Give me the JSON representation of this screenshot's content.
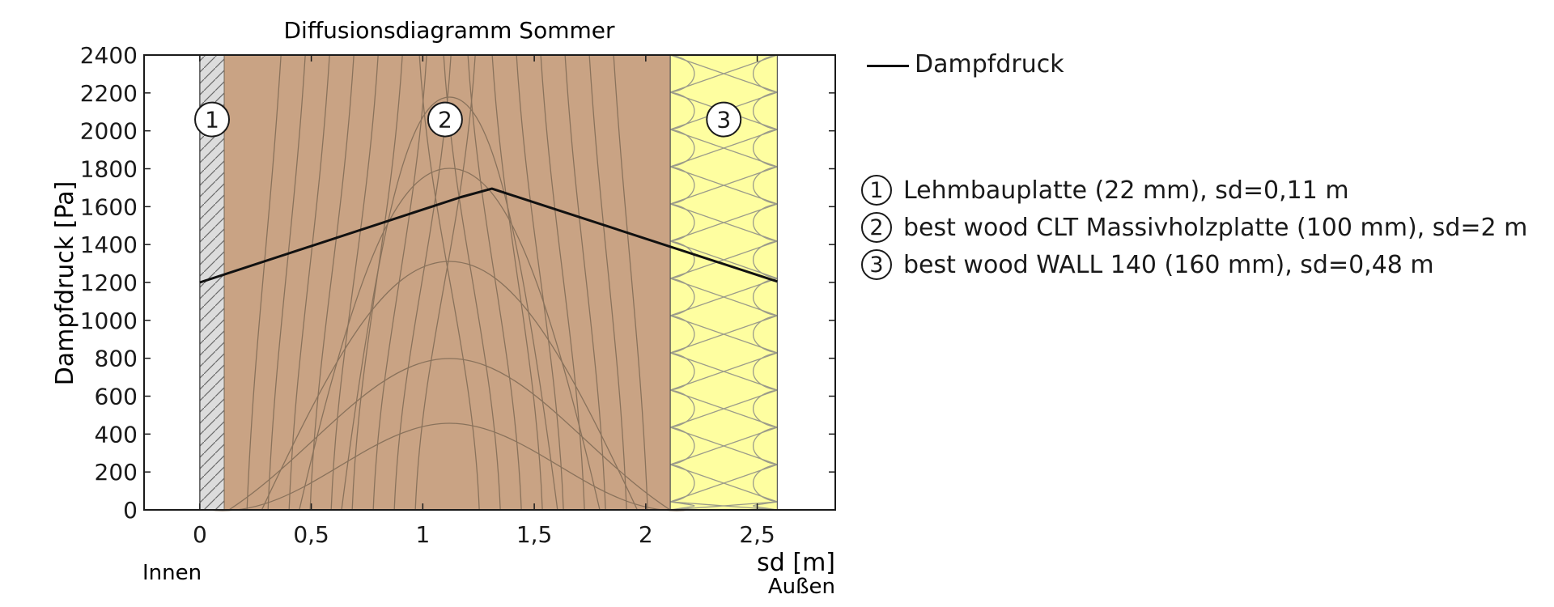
{
  "chart_data": {
    "type": "line",
    "title": "Diffusionsdiagramm Sommer",
    "xlabel": "sd [m]",
    "ylabel": "Dampfdruck [Pa]",
    "xlim": [
      -0.25,
      2.85
    ],
    "ylim": [
      0,
      2400
    ],
    "x_ticks": [
      0,
      0.5,
      1,
      1.5,
      2,
      2.5
    ],
    "x_tick_labels": [
      "0",
      "0,5",
      "1",
      "1,5",
      "2",
      "2,5"
    ],
    "y_ticks": [
      0,
      200,
      400,
      600,
      800,
      1000,
      1200,
      1400,
      1600,
      1800,
      2000,
      2200,
      2400
    ],
    "y_tick_labels": [
      "0",
      "200",
      "400",
      "600",
      "800",
      "1000",
      "1200",
      "1400",
      "1600",
      "1800",
      "2000",
      "2200",
      "2400"
    ],
    "side_labels": {
      "left": "Innen",
      "right": "Außen"
    },
    "series": [
      {
        "name": "Dampfdruck",
        "color": "#111111",
        "x": [
          0,
          1.17,
          1.31,
          2.59
        ],
        "y": [
          1200,
          1650,
          1695,
          1205
        ]
      }
    ],
    "layers": [
      {
        "number": "1",
        "label": "Lehmbauplatte (22 mm), sd=0,11 m",
        "x_start": 0,
        "x_end": 0.11,
        "fill": "#dcdcdc",
        "pattern": "hatch"
      },
      {
        "number": "2",
        "label": "best wood CLT Massivholzplatte (100 mm), sd=2 m",
        "x_start": 0.11,
        "x_end": 2.11,
        "fill": "#c9a384",
        "pattern": "wood-grain"
      },
      {
        "number": "3",
        "label": "best wood WALL 140 (160 mm), sd=0,48 m",
        "x_start": 2.11,
        "x_end": 2.59,
        "fill": "#fefea0",
        "pattern": "insulation"
      }
    ],
    "legend_position": "right",
    "grid": false
  }
}
